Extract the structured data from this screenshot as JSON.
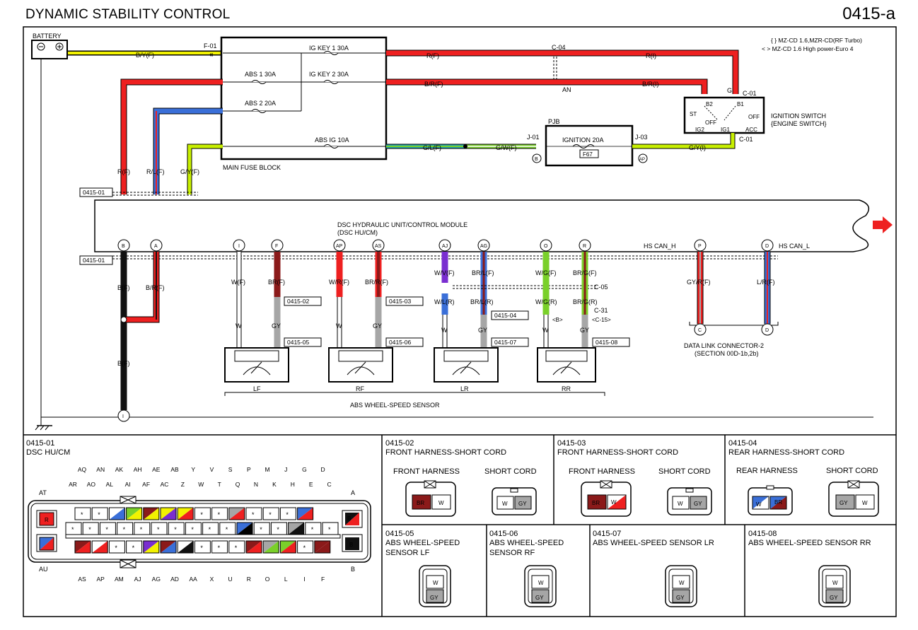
{
  "header": {
    "title": "DYNAMIC STABILITY CONTROL",
    "page_id": "0415-a"
  },
  "notes": {
    "note1": "{ } MZ-CD 1.6,MZR-CD(RF Turbo)",
    "note2": "< > MZ-CD 1.6 High power-Euro 4"
  },
  "battery": {
    "label": "BATTERY"
  },
  "fuse_block": {
    "label": "MAIN FUSE BLOCK",
    "fuses": [
      "IG KEY 1 30A",
      "IG KEY 2 30A",
      "ABS 1 30A",
      "ABS 2 20A",
      "ABS IG 10A"
    ]
  },
  "connectors": {
    "f01": "F-01",
    "c04": "C-04",
    "an": "AN",
    "c01a": "C-01",
    "c01b": "C-01",
    "j01": "J-01",
    "j03": "J-03",
    "pjb": "PJB",
    "c05": "C-05",
    "c31": "C-31",
    "c15": "<C-15>",
    "b_tag": "<B>"
  },
  "pjb_fuse": {
    "name": "IGNITION  20A",
    "code": "F67"
  },
  "ignition_switch": {
    "label1": "IGNITION SWITCH",
    "label2": "{ENGINE SWITCH}",
    "b2": "B2",
    "b1": "B1",
    "st": "ST",
    "off_l": "OFF",
    "off_r": "OFF",
    "ig2": "IG2",
    "ig1": "IG1",
    "acc": "ACC",
    "g": "G"
  },
  "wires": {
    "by_f": "B/Y(F)",
    "r_f_top": "R(F)",
    "r_i": "R(I)",
    "br_f": "B/R(F)",
    "br_i": "B/R(I)",
    "gl_f": "G/L(F)",
    "gw_f": "G/W(F)",
    "gy_i": "G/Y(I)",
    "r_f": "R(F)",
    "rl_f": "R/L(F)",
    "gy_f": "G/Y(F)",
    "b_f": "B(F)",
    "b_r_f": "B/R(F)",
    "b_f2": "B(F)",
    "w_f": "W(F)",
    "brf": "BR(F)",
    "w_r_f": "W/R(F)",
    "brr_f": "BR/R(F)",
    "wv_f": "W/V(F)",
    "brl_f": "BR/L(F)",
    "wl_r": "W/L(R)",
    "brl_r": "BR/L(R)",
    "wg_f": "W/G(F)",
    "brg_f": "BR/G(F)",
    "wg_r": "W/G(R)",
    "brg_r": "BR/G(R)",
    "gyr_f": "GY/R(F)",
    "lr_f": "L/R(F)",
    "w1": "W",
    "gy1": "GY",
    "w2": "W",
    "gy2": "GY",
    "w3": "W",
    "gy3": "GY",
    "w4": "W",
    "gy4": "GY"
  },
  "refs": {
    "r0415_01a": "0415-01",
    "r0415_01b": "0415-01",
    "r02": "0415-02",
    "r03": "0415-03",
    "r04": "0415-04",
    "r05": "0415-05",
    "r06": "0415-06",
    "r07": "0415-07",
    "r08": "0415-08"
  },
  "terminals_top": [
    "AT",
    "AU",
    "AK"
  ],
  "module": {
    "label1": "DSC HYDRAULIC UNIT/CONTROL MODULE",
    "label2": "(DSC HU/CM)",
    "hs_can_h": "HS CAN_H",
    "hs_can_l": "HS CAN_L"
  },
  "terminals_bottom": [
    "B",
    "A",
    "I",
    "F",
    "AP",
    "AS",
    "AJ",
    "AG",
    "O",
    "R",
    "P",
    "D"
  ],
  "dlc": {
    "label1": "DATA LINK CONNECTOR-2",
    "label2": "(SECTION 00D-1b,2b)",
    "c": "C",
    "d": "D"
  },
  "sensors": {
    "lf": "LF",
    "rf": "RF",
    "lr": "LR",
    "rr": "RR",
    "group": "ABS WHEEL-SPEED SENSOR"
  },
  "ground_node": "I",
  "panel01": {
    "title": "0415-01",
    "subtitle": "DSC HU/CM",
    "row1": [
      "AQ",
      "AN",
      "AK",
      "AH",
      "AE",
      "AB",
      "Y",
      "V",
      "S",
      "P",
      "M",
      "J",
      "G",
      "D"
    ],
    "row2": [
      "AR",
      "AO",
      "AL",
      "AI",
      "AF",
      "AC",
      "Z",
      "W",
      "T",
      "Q",
      "N",
      "K",
      "H",
      "E",
      "C"
    ],
    "row3": [
      "AS",
      "AP",
      "AM",
      "AJ",
      "AG",
      "AD",
      "AA",
      "X",
      "U",
      "R",
      "O",
      "L",
      "I",
      "F"
    ],
    "at": "AT",
    "au": "AU",
    "a": "A",
    "b": "B",
    "pin_r": "R",
    "pin_b": "B",
    "pin_b2": "B",
    "pin_br": "BR",
    "star": "*"
  },
  "panel02": {
    "id": "0415-02",
    "title": "FRONT HARNESS-SHORT CORD",
    "left": "FRONT HARNESS",
    "right": "SHORT CORD"
  },
  "panel03": {
    "id": "0415-03",
    "title": "FRONT HARNESS-SHORT CORD",
    "left": "FRONT HARNESS",
    "right": "SHORT CORD"
  },
  "panel04": {
    "id": "0415-04",
    "title": "REAR HARNESS-SHORT CORD",
    "left": "REAR HARNESS",
    "right": "SHORT CORD"
  },
  "panel05": {
    "id": "0415-05",
    "title1": "ABS WHEEL-SPEED",
    "title2": "SENSOR LF"
  },
  "panel06": {
    "id": "0415-06",
    "title1": "ABS WHEEL-SPEED",
    "title2": "SENSOR RF"
  },
  "panel07": {
    "id": "0415-07",
    "title1": "ABS WHEEL-SPEED SENSOR LR"
  },
  "panel08": {
    "id": "0415-08",
    "title1": "ABS WHEEL-SPEED SENSOR RR"
  },
  "pin_labels": {
    "br": "BR",
    "w": "W",
    "gy": "GY",
    "r": "R",
    "l": "L",
    "b": "B"
  },
  "colors": {
    "red": "#ee2020",
    "blue": "#3a6fd8",
    "yellow": "#f2f200",
    "green": "#7ad02a",
    "black": "#111111",
    "brown": "#8b1a1a",
    "gray": "#a6a6a6",
    "violet": "#7a2ed0",
    "accent_arrow": "#ee2020"
  }
}
